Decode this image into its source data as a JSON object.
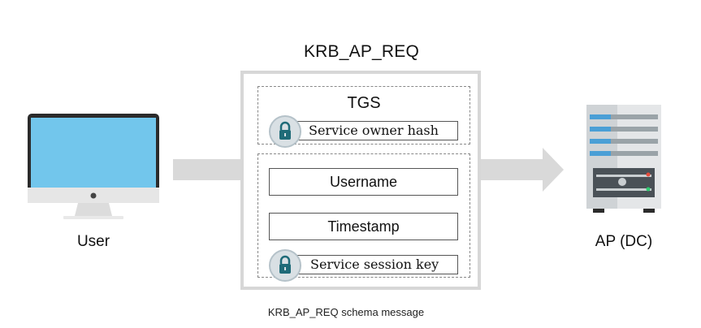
{
  "title": "KRB_AP_REQ",
  "user_label": "User",
  "server_label": "AP (DC)",
  "tgs": {
    "label": "TGS",
    "service_owner_hash": "Service owner hash"
  },
  "authenticator": {
    "username": "Username",
    "timestamp": "Timestamp",
    "service_session_key": "Service session key"
  },
  "caption": "KRB_AP_REQ schema message",
  "colors": {
    "screen": "#72c6ec",
    "arrow": "#d9d9d9",
    "lock": "#1f6b78",
    "server_stripe": "#4a9fd6"
  }
}
